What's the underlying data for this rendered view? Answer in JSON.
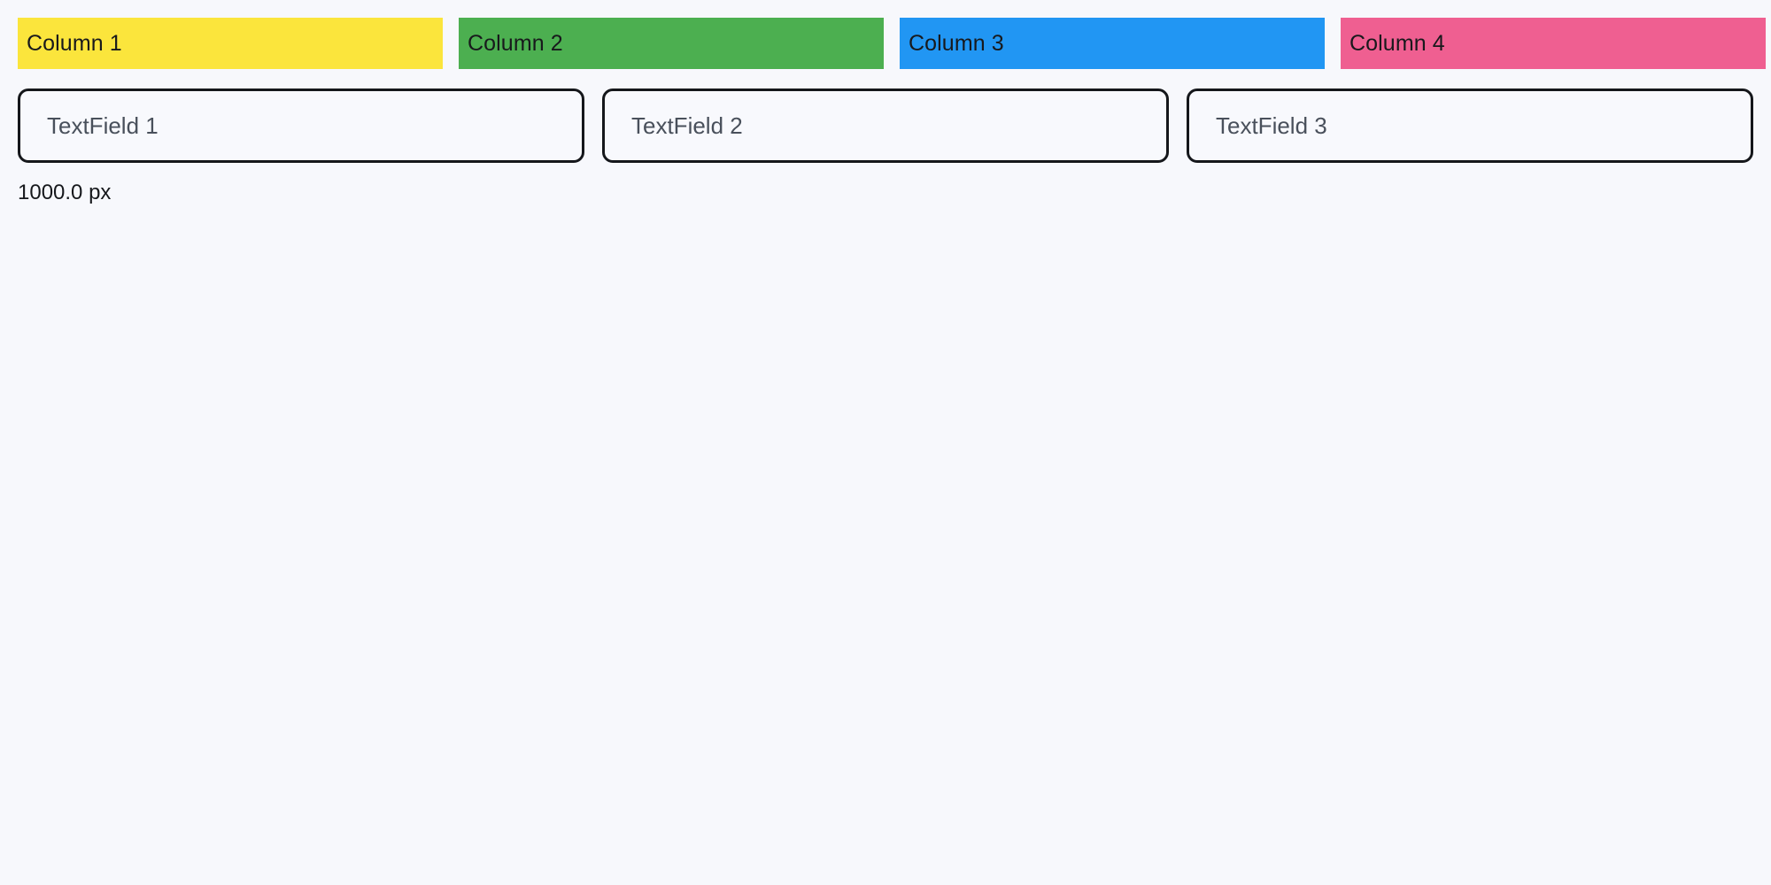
{
  "page": {
    "background_color": "#f7f8fc"
  },
  "columns": {
    "items": [
      {
        "label": "Column 1",
        "color": "#fbe53c",
        "text_color": "#18191c"
      },
      {
        "label": "Column 2",
        "color": "#4caf50",
        "text_color": "#18191c"
      },
      {
        "label": "Column 3",
        "color": "#2196f3",
        "text_color": "#18191c"
      },
      {
        "label": "Column 4",
        "color": "#ef5f91",
        "text_color": "#18191c"
      }
    ]
  },
  "fields": {
    "items": [
      {
        "placeholder": "TextField 1",
        "value": ""
      },
      {
        "placeholder": "TextField 2",
        "value": ""
      },
      {
        "placeholder": "TextField 3",
        "value": ""
      }
    ],
    "border_color": "#15171b",
    "placeholder_color": "#49505b"
  },
  "status": {
    "size_label": "1000.0 px"
  }
}
